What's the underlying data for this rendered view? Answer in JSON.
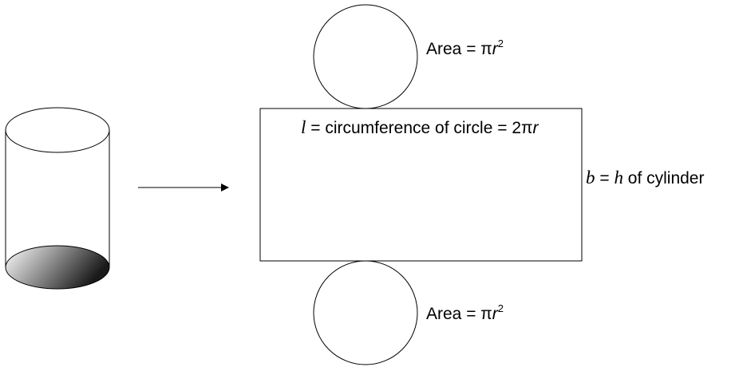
{
  "top_circle_label": {
    "prefix": "Area = π",
    "var": "r",
    "exponent": "2"
  },
  "bottom_circle_label": {
    "prefix": "Area = π",
    "var": "r",
    "exponent": "2"
  },
  "rect_top_label": {
    "var": "l",
    "text": " = circumference of circle = 2π",
    "var2": "r"
  },
  "rect_side_label": {
    "var": "b",
    "eq": " = ",
    "var2": "h",
    "text": " of cylinder"
  },
  "colors": {
    "stroke": "#000000",
    "base_shade_light": "#ffffff",
    "base_shade_dark": "#1a1a1a"
  }
}
